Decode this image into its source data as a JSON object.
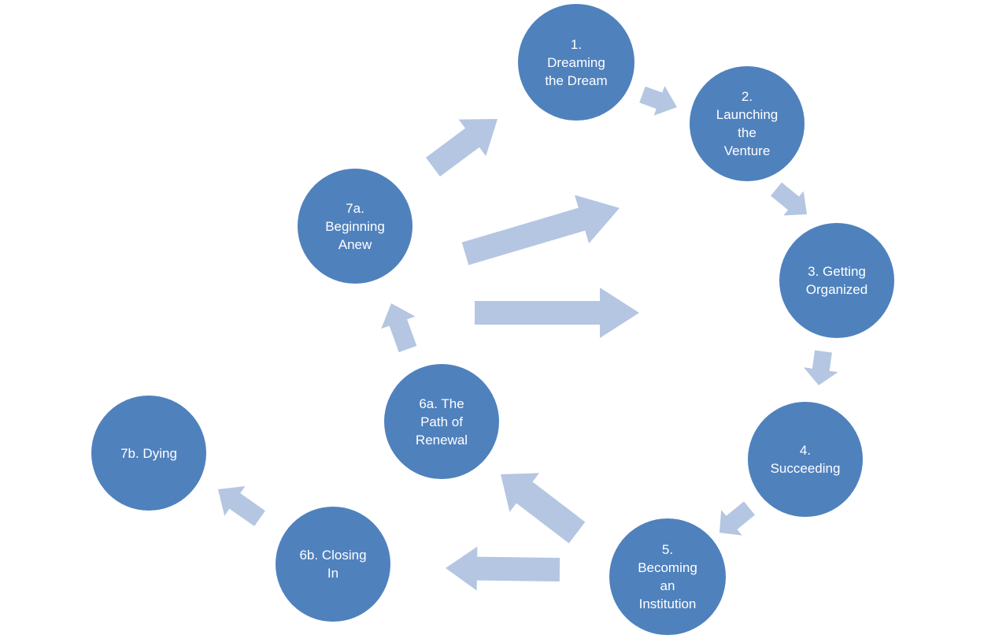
{
  "diagram": {
    "node_color": "#4f81bd",
    "arrow_color": "#b4c6e1",
    "nodes": [
      {
        "id": "n1",
        "label": "1.\nDreaming\nthe Dream"
      },
      {
        "id": "n2",
        "label": "2.\nLaunching\nthe\nVenture"
      },
      {
        "id": "n3",
        "label": "3. Getting\nOrganized"
      },
      {
        "id": "n4",
        "label": "4.\nSucceeding"
      },
      {
        "id": "n5",
        "label": "5.\nBecoming\nan\nInstitution"
      },
      {
        "id": "n6a",
        "label": "6a. The\nPath of\nRenewal"
      },
      {
        "id": "n6b",
        "label": "6b. Closing\nIn"
      },
      {
        "id": "n7a",
        "label": "7a.\nBeginning\nAnew"
      },
      {
        "id": "n7b",
        "label": "7b. Dying"
      }
    ],
    "arrows": [
      {
        "from": "n1",
        "to": "n2"
      },
      {
        "from": "n2",
        "to": "n3"
      },
      {
        "from": "n3",
        "to": "n4"
      },
      {
        "from": "n4",
        "to": "n5"
      },
      {
        "from": "n5",
        "to": "n6a"
      },
      {
        "from": "n5",
        "to": "n6b"
      },
      {
        "from": "n6a",
        "to": "n7a"
      },
      {
        "from": "n6b",
        "to": "n7b"
      },
      {
        "from": "n7a",
        "to": "n1"
      },
      {
        "from": "n7a",
        "to": "n2"
      },
      {
        "from": "n7a",
        "to": "n3"
      }
    ]
  }
}
